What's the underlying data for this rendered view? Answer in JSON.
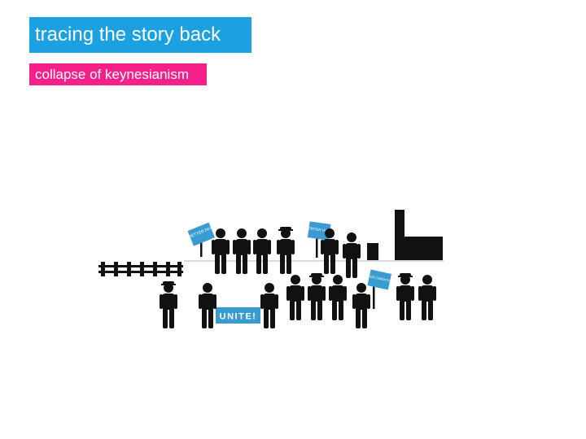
{
  "slide": {
    "title": "tracing the story back",
    "subtitle": "collapse of keynesianism"
  },
  "illustration": {
    "banner_text": "UNITE!",
    "sign_1": "BETTER PAY",
    "sign_2": "SHORTER HOURS",
    "sign_3": "SAFER CONDITIONS"
  },
  "colors": {
    "title_bg": "#1ba0e2",
    "subtitle_bg": "#f6208a",
    "sign_blue": "#3a9bd0",
    "figure": "#111111"
  }
}
